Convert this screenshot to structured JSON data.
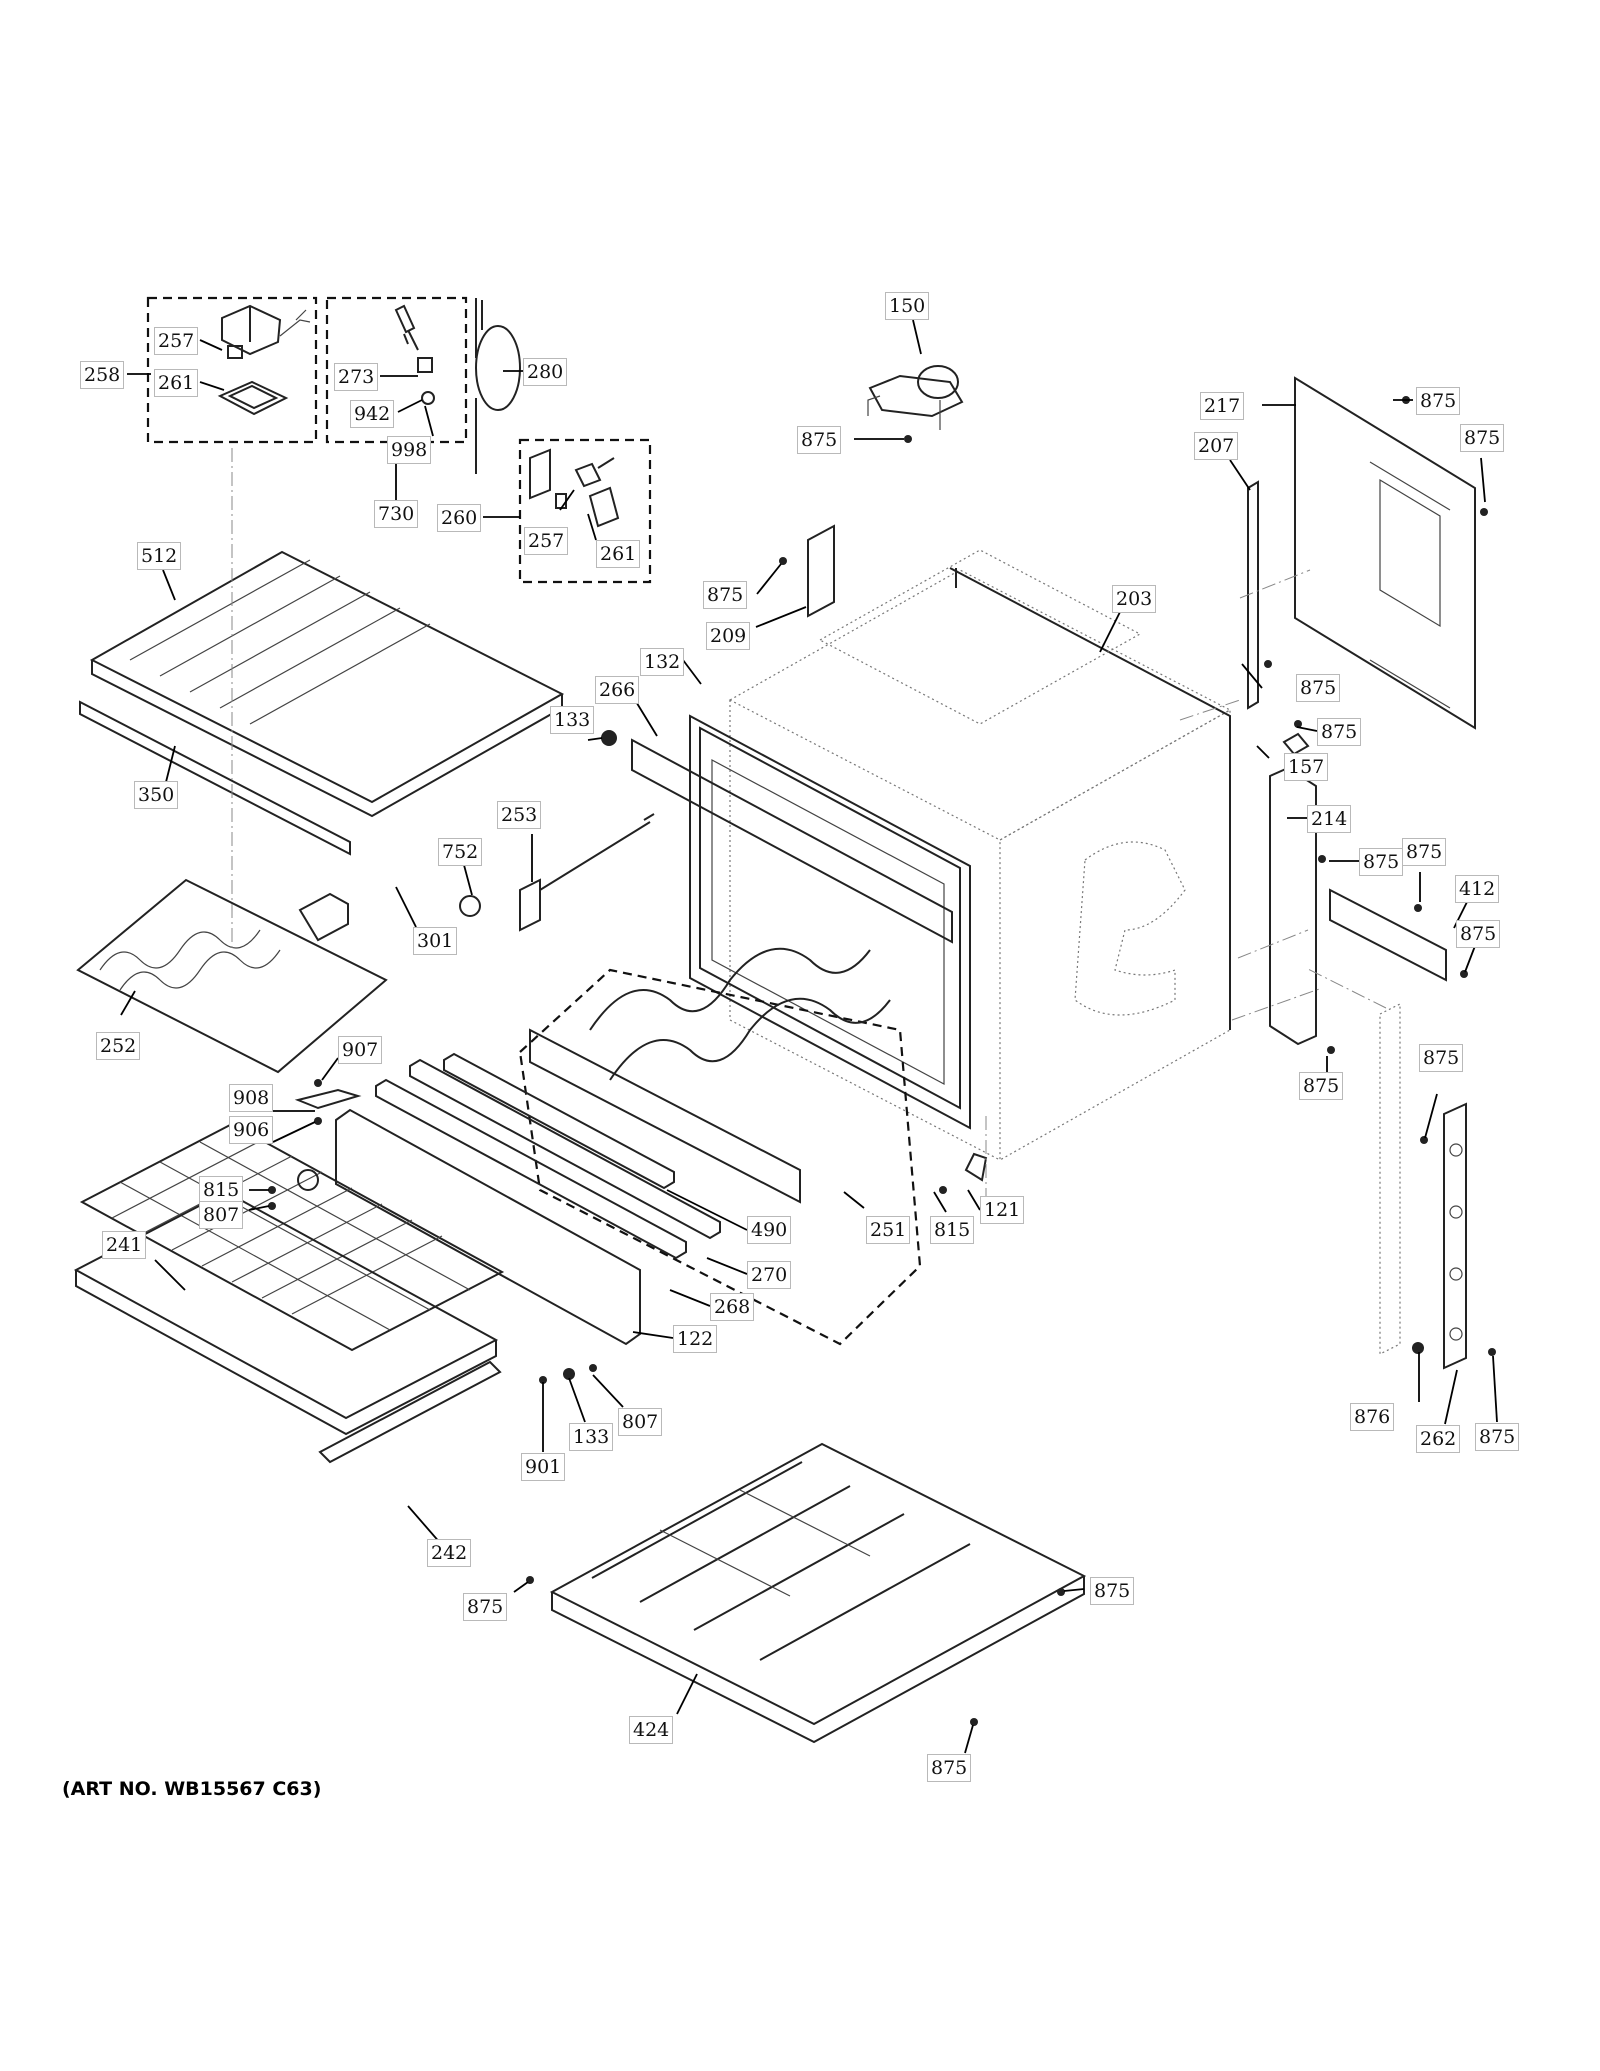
{
  "art_number": "(ART NO. WB15567 C63)",
  "callouts": [
    {
      "id": "c150a",
      "text": "150"
    },
    {
      "id": "c875a",
      "text": "875"
    },
    {
      "id": "c217",
      "text": "217"
    },
    {
      "id": "c875b",
      "text": "875"
    },
    {
      "id": "c875c",
      "text": "875"
    },
    {
      "id": "c207",
      "text": "207"
    },
    {
      "id": "c257a",
      "text": "257"
    },
    {
      "id": "c258",
      "text": "258"
    },
    {
      "id": "c261a",
      "text": "261"
    },
    {
      "id": "c273",
      "text": "273"
    },
    {
      "id": "c942",
      "text": "942"
    },
    {
      "id": "c998",
      "text": "998"
    },
    {
      "id": "c730",
      "text": "730"
    },
    {
      "id": "c280",
      "text": "280"
    },
    {
      "id": "c260",
      "text": "260"
    },
    {
      "id": "c257b",
      "text": "257"
    },
    {
      "id": "c261b",
      "text": "261"
    },
    {
      "id": "c512",
      "text": "512"
    },
    {
      "id": "c875d",
      "text": "875"
    },
    {
      "id": "c209",
      "text": "209"
    },
    {
      "id": "c203",
      "text": "203"
    },
    {
      "id": "c132",
      "text": "132"
    },
    {
      "id": "c266",
      "text": "266"
    },
    {
      "id": "c133a",
      "text": "133"
    },
    {
      "id": "c875e",
      "text": "875"
    },
    {
      "id": "c875f",
      "text": "875"
    },
    {
      "id": "c157",
      "text": "157"
    },
    {
      "id": "c350",
      "text": "350"
    },
    {
      "id": "c253",
      "text": "253"
    },
    {
      "id": "c214",
      "text": "214"
    },
    {
      "id": "c875g",
      "text": "875"
    },
    {
      "id": "c875h",
      "text": "875"
    },
    {
      "id": "c412",
      "text": "412"
    },
    {
      "id": "c875i",
      "text": "875"
    },
    {
      "id": "c752",
      "text": "752"
    },
    {
      "id": "c301",
      "text": "301"
    },
    {
      "id": "c252",
      "text": "252"
    },
    {
      "id": "c907",
      "text": "907"
    },
    {
      "id": "c875j",
      "text": "875"
    },
    {
      "id": "c875k",
      "text": "875"
    },
    {
      "id": "c908",
      "text": "908"
    },
    {
      "id": "c906",
      "text": "906"
    },
    {
      "id": "c815a",
      "text": "815"
    },
    {
      "id": "c807a",
      "text": "807"
    },
    {
      "id": "c490",
      "text": "490"
    },
    {
      "id": "c251",
      "text": "251"
    },
    {
      "id": "c815b",
      "text": "815"
    },
    {
      "id": "c121",
      "text": "121"
    },
    {
      "id": "c241",
      "text": "241"
    },
    {
      "id": "c270",
      "text": "270"
    },
    {
      "id": "c268",
      "text": "268"
    },
    {
      "id": "c122",
      "text": "122"
    },
    {
      "id": "c807b",
      "text": "807"
    },
    {
      "id": "c133b",
      "text": "133"
    },
    {
      "id": "c901",
      "text": "901"
    },
    {
      "id": "c876",
      "text": "876"
    },
    {
      "id": "c262",
      "text": "262"
    },
    {
      "id": "c875l",
      "text": "875"
    },
    {
      "id": "c242",
      "text": "242"
    },
    {
      "id": "c875m",
      "text": "875"
    },
    {
      "id": "c875n",
      "text": "875"
    },
    {
      "id": "c424",
      "text": "424"
    },
    {
      "id": "c875o",
      "text": "875"
    }
  ]
}
